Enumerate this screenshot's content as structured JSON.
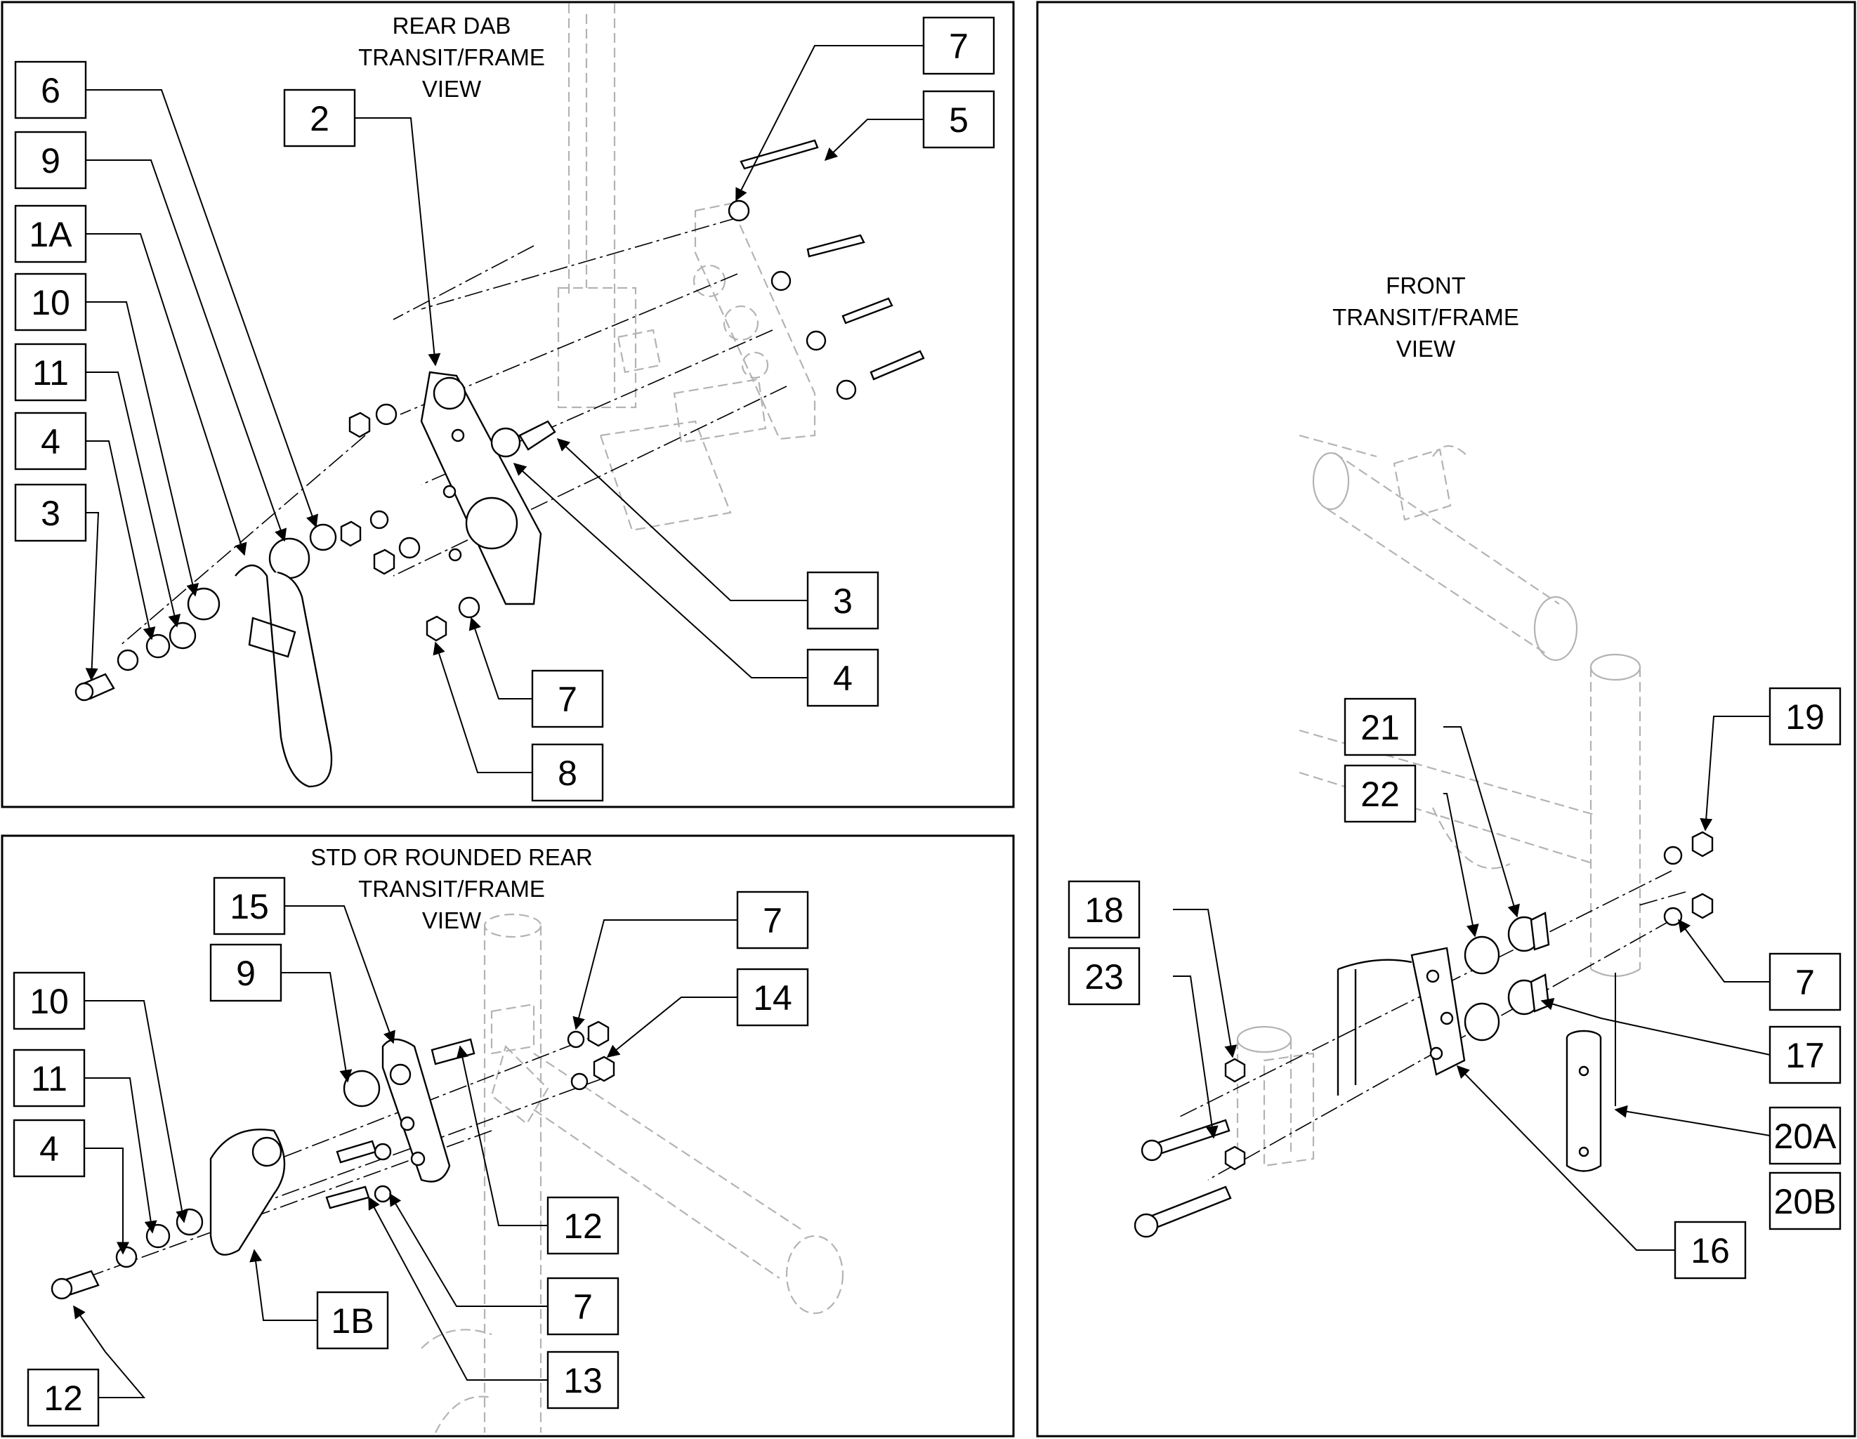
{
  "views": {
    "rear_dab": [
      "REAR DAB",
      "TRANSIT/FRAME",
      "VIEW"
    ],
    "std_rounded": [
      "STD OR ROUNDED REAR",
      "TRANSIT/FRAME",
      "VIEW"
    ],
    "front": [
      "FRONT",
      "TRANSIT/FRAME",
      "VIEW"
    ]
  },
  "callouts": {
    "rear_dab": [
      "7",
      "5",
      "6",
      "2",
      "9",
      "1A",
      "10",
      "11",
      "4",
      "3",
      "3",
      "4",
      "7",
      "8"
    ],
    "std_rounded": [
      "15",
      "7",
      "9",
      "14",
      "10",
      "11",
      "4",
      "12",
      "7",
      "1B",
      "13",
      "12"
    ],
    "front": [
      "19",
      "21",
      "22",
      "18",
      "7",
      "23",
      "17",
      "20A",
      "20B",
      "16"
    ]
  }
}
